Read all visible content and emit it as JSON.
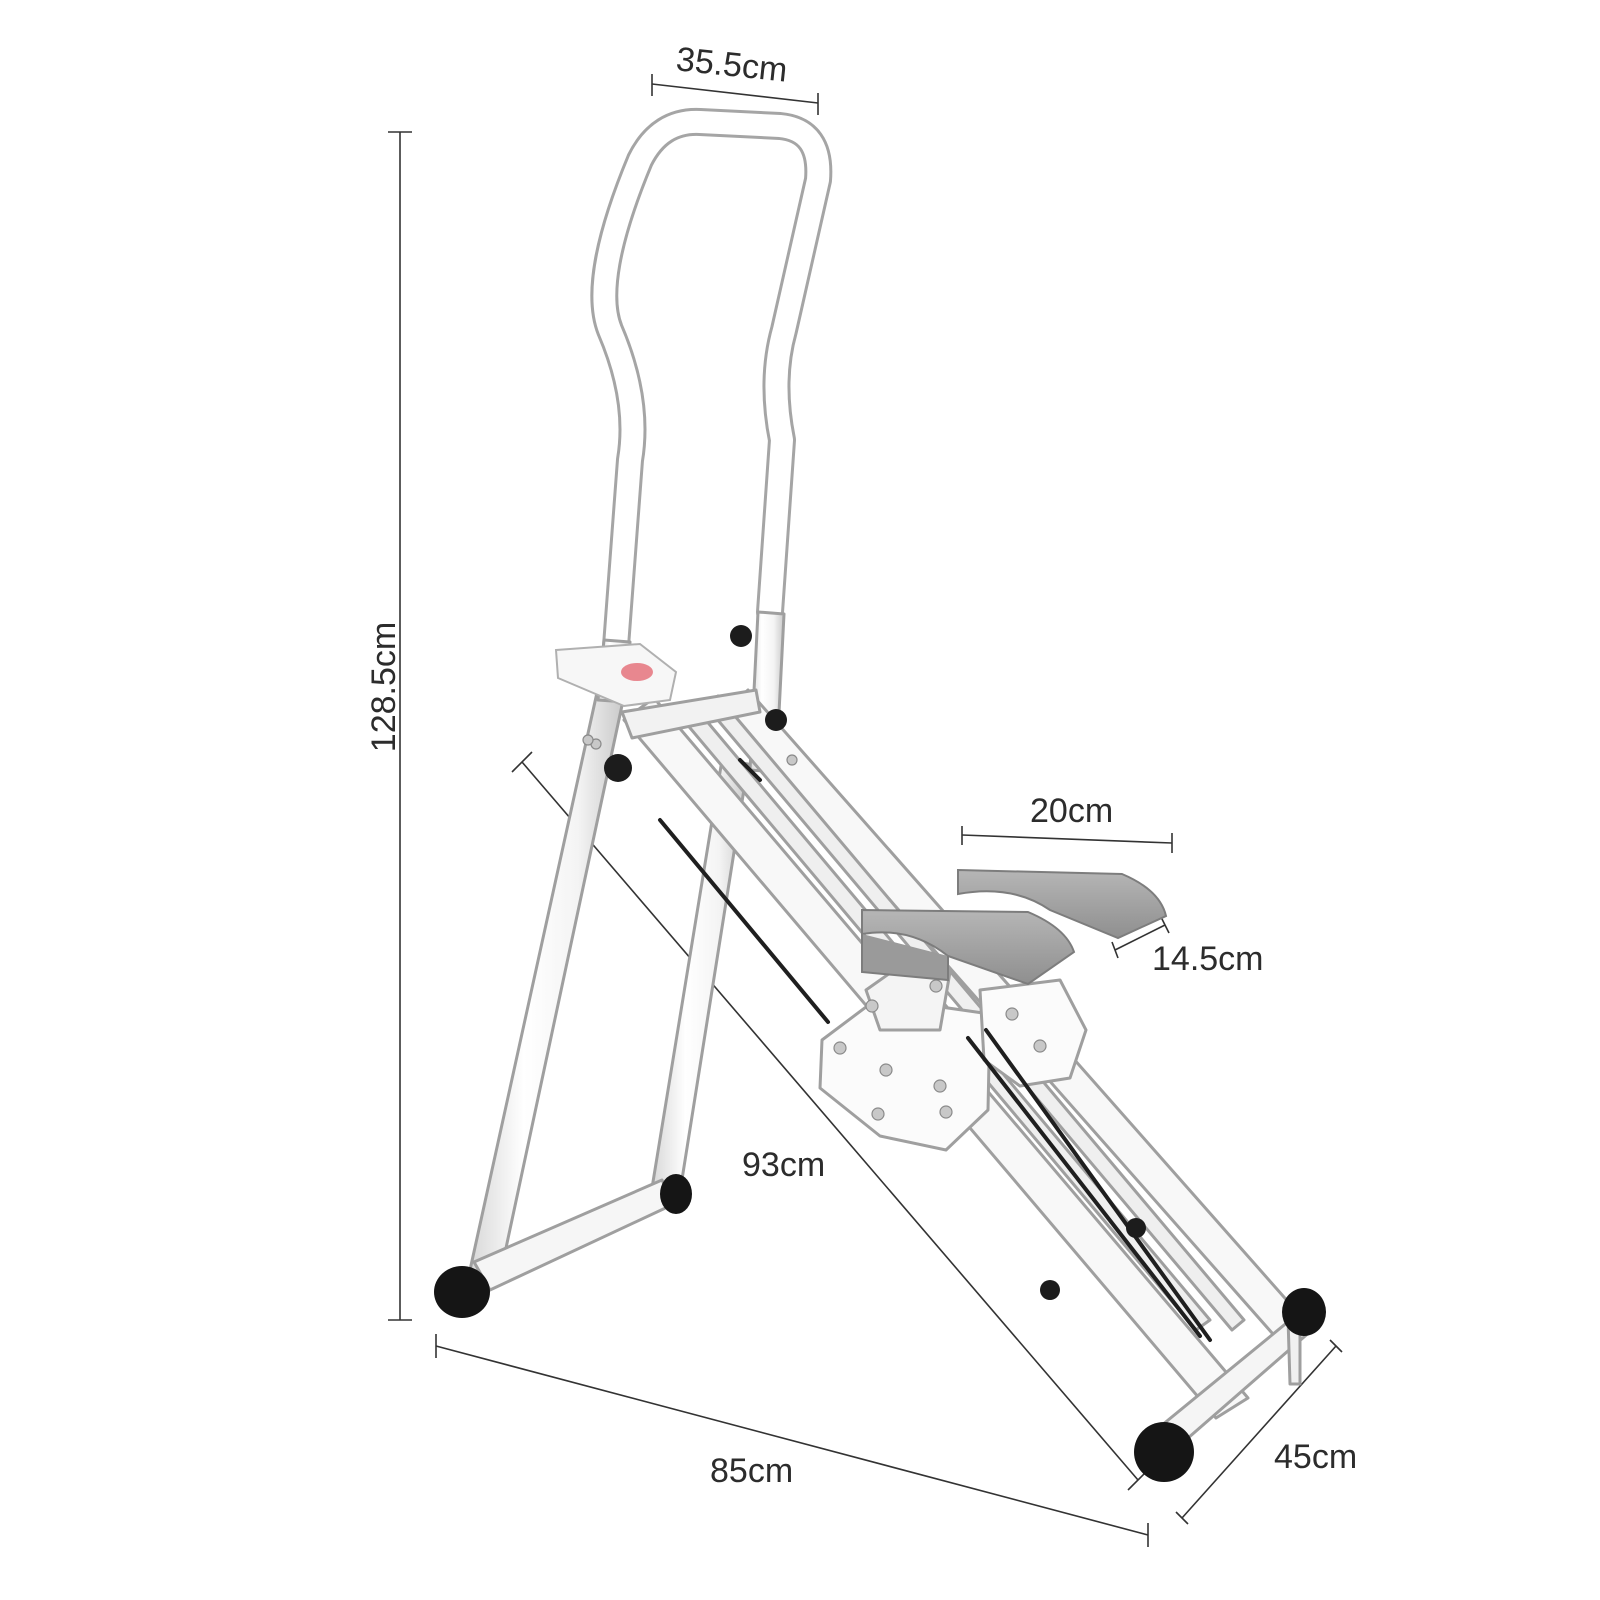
{
  "dimensions": {
    "handle_width": "35.5cm",
    "height": "128.5cm",
    "pedal_length": "20cm",
    "pedal_width": "14.5cm",
    "rail_length": "93cm",
    "base_length": "85cm",
    "base_width": "45cm"
  },
  "colors": {
    "frame": "#ffffff",
    "frame_outline": "#9a9a9a",
    "pedal": "#a8a8a8",
    "foot_caps": "#1a1a1a",
    "dimension_lines": "#333333",
    "indicator": "#e8878f"
  }
}
